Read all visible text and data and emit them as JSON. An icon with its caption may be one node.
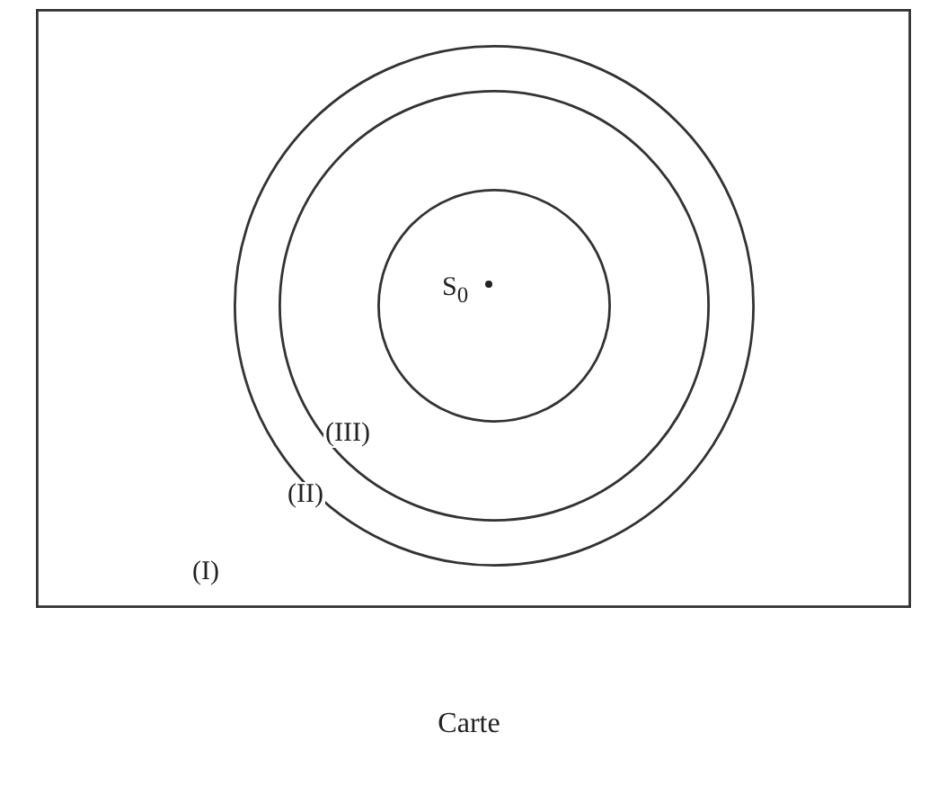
{
  "diagram": {
    "caption": "Carte",
    "nodes": [
      {
        "text": [],
        "shape": "box"
      },
      {
        "text": [
          "(I)"
        ],
        "in": 0
      },
      {
        "text": [
          "(II)"
        ],
        "in": 1
      },
      {
        "text": [
          "(III)"
        ],
        "in": 2
      }
    ],
    "labels": [
      "S$_{0}$"
    ]
  }
}
